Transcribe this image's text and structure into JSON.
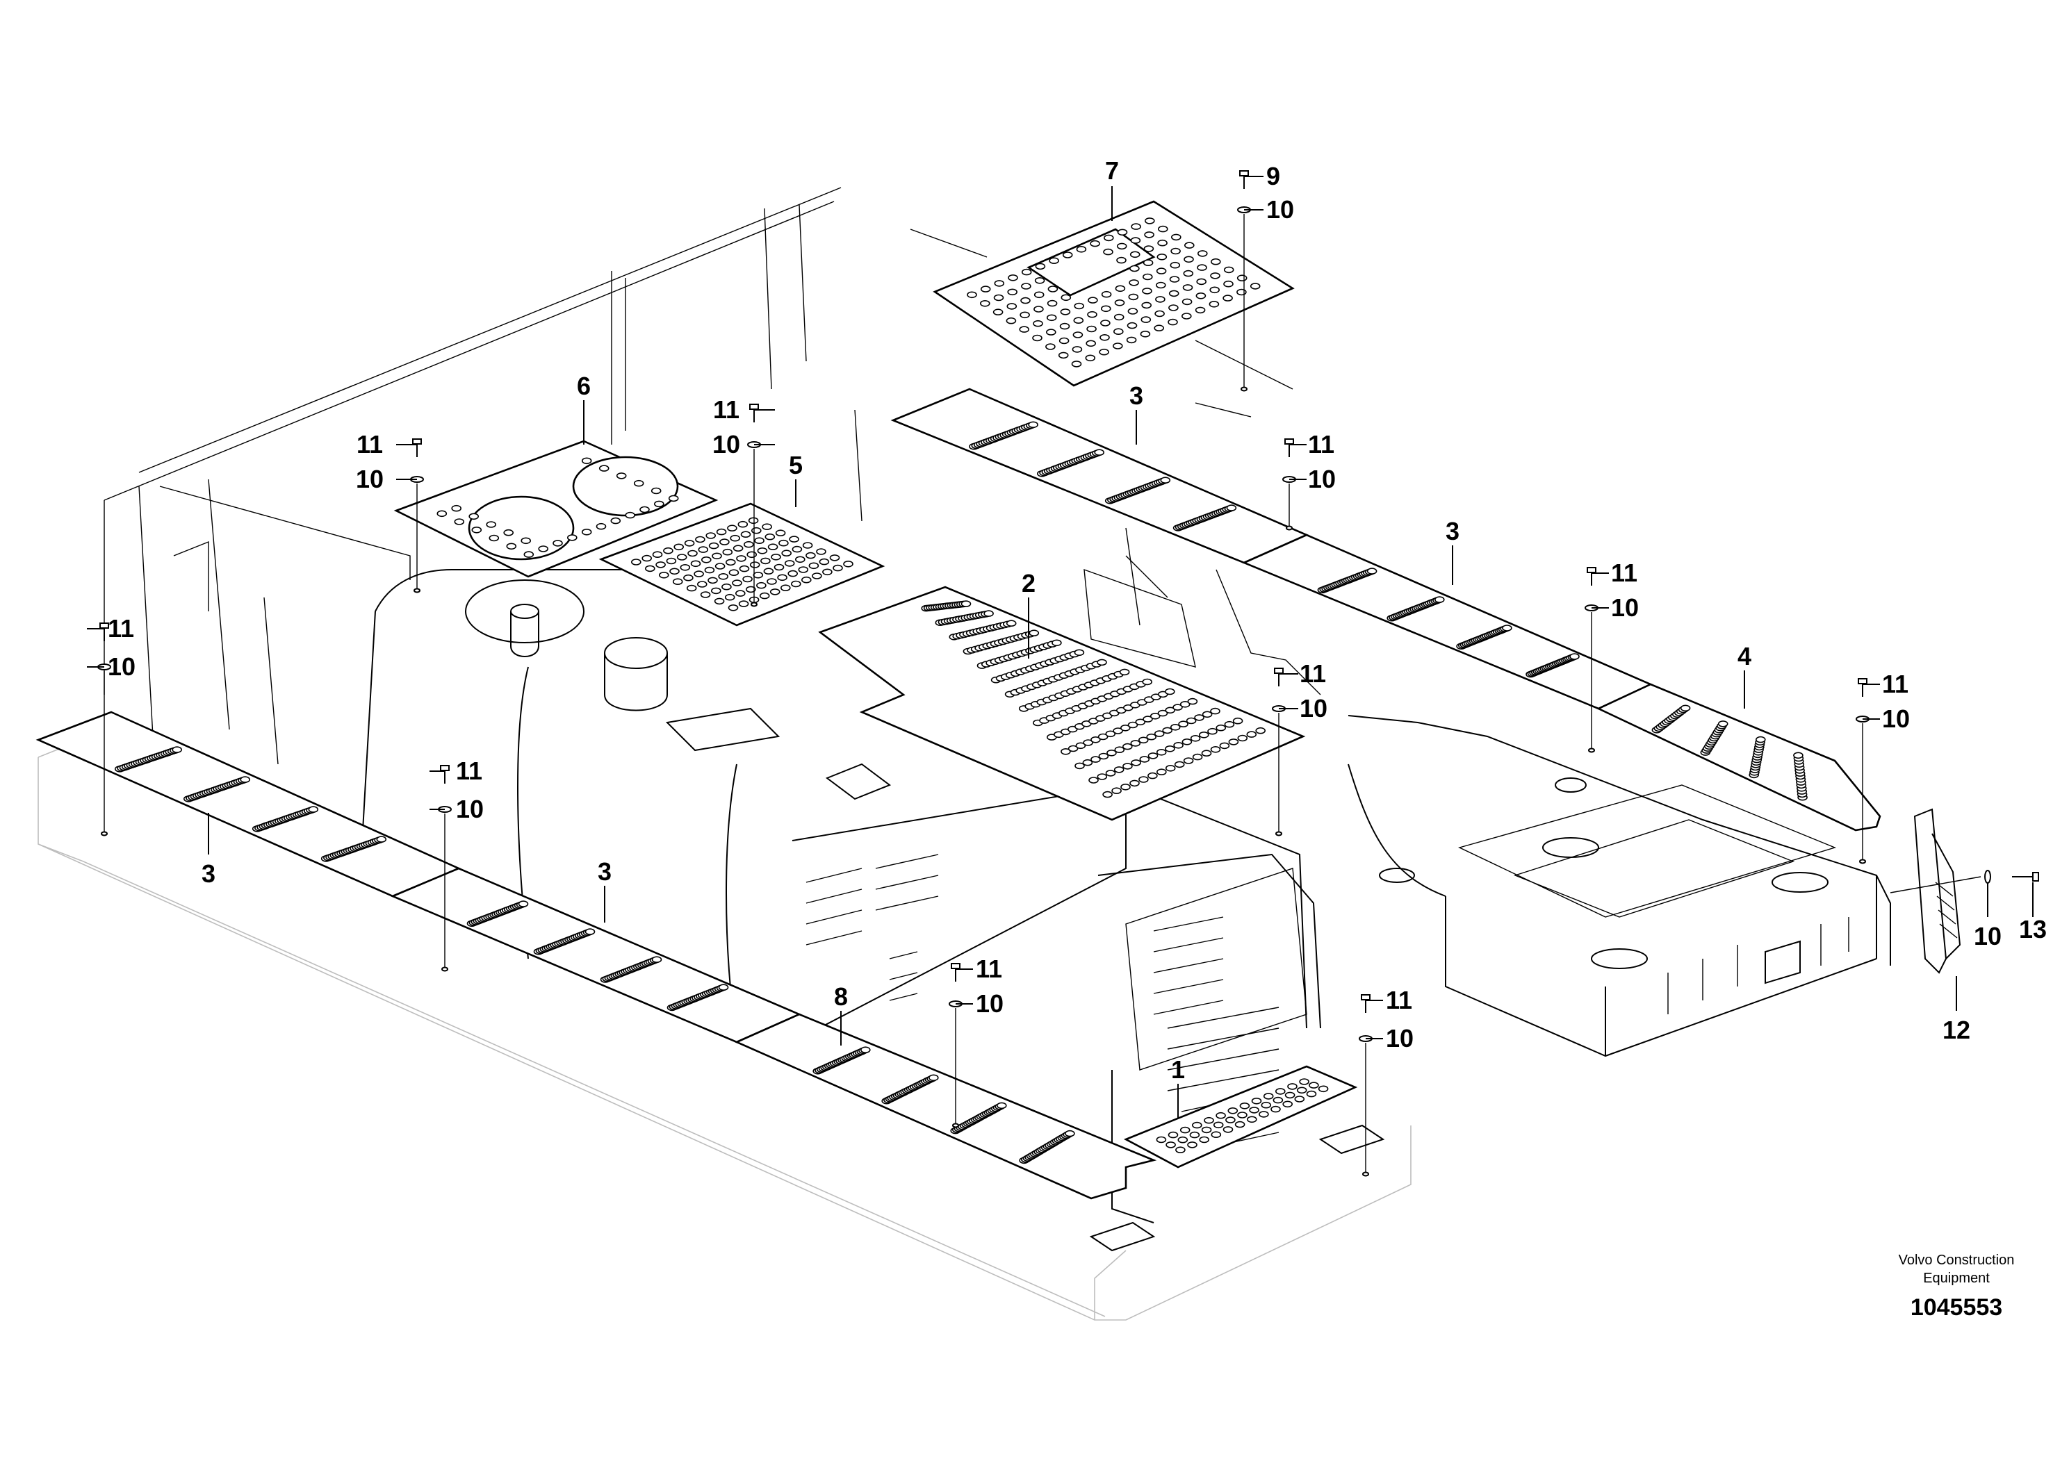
{
  "diagram": {
    "callouts": [
      {
        "id": "c7",
        "text": "7"
      },
      {
        "id": "c9",
        "text": "9"
      },
      {
        "id": "c10a",
        "text": "10"
      },
      {
        "id": "c6",
        "text": "6"
      },
      {
        "id": "c11a",
        "text": "11"
      },
      {
        "id": "c10b",
        "text": "10"
      },
      {
        "id": "c11b",
        "text": "11"
      },
      {
        "id": "c10c",
        "text": "10"
      },
      {
        "id": "c5",
        "text": "5"
      },
      {
        "id": "c3a",
        "text": "3"
      },
      {
        "id": "c11c",
        "text": "11"
      },
      {
        "id": "c10d",
        "text": "10"
      },
      {
        "id": "c3b",
        "text": "3"
      },
      {
        "id": "c11d",
        "text": "11"
      },
      {
        "id": "c10e",
        "text": "10"
      },
      {
        "id": "c2",
        "text": "2"
      },
      {
        "id": "c4",
        "text": "4"
      },
      {
        "id": "c11e",
        "text": "11"
      },
      {
        "id": "c10f",
        "text": "10"
      },
      {
        "id": "c11f",
        "text": "11"
      },
      {
        "id": "c10g",
        "text": "10"
      },
      {
        "id": "c11g",
        "text": "11"
      },
      {
        "id": "c10h",
        "text": "10"
      },
      {
        "id": "c11h",
        "text": "11"
      },
      {
        "id": "c10i",
        "text": "10"
      },
      {
        "id": "c3c",
        "text": "3"
      },
      {
        "id": "c3d",
        "text": "3"
      },
      {
        "id": "c8",
        "text": "8"
      },
      {
        "id": "c11i",
        "text": "11"
      },
      {
        "id": "c10j",
        "text": "10"
      },
      {
        "id": "c11j",
        "text": "11"
      },
      {
        "id": "c10k",
        "text": "10"
      },
      {
        "id": "c1",
        "text": "1"
      },
      {
        "id": "c10l",
        "text": "10"
      },
      {
        "id": "c13",
        "text": "13"
      },
      {
        "id": "c12",
        "text": "12"
      }
    ],
    "manufacturer_line1": "Volvo Construction",
    "manufacturer_line2": "Equipment",
    "drawing_number": "1045553"
  }
}
